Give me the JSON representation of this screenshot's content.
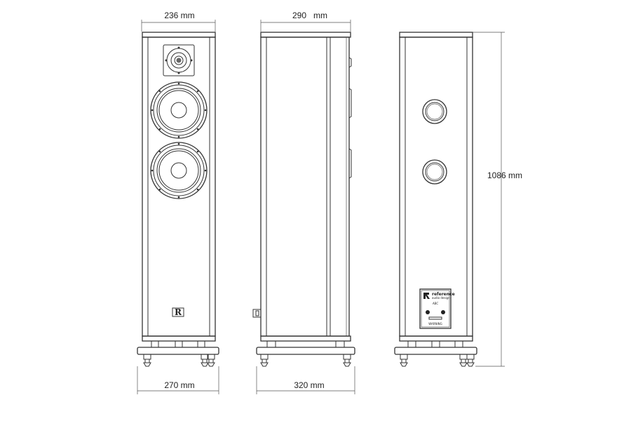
{
  "dimensions": {
    "front_width": "236 mm",
    "side_depth": "290   mm",
    "height": "1086 mm",
    "front_base_width": "270 mm",
    "side_base_depth": "320 mm"
  },
  "back_panel": {
    "brand_name": "reference",
    "brand_sub": "audio design",
    "cert_mark": "ABC",
    "bottom_text": "WARNING"
  },
  "logo": {
    "letter": "R"
  },
  "colors": {
    "line": "#333333",
    "fill": "#ffffff",
    "text": "#222222"
  }
}
